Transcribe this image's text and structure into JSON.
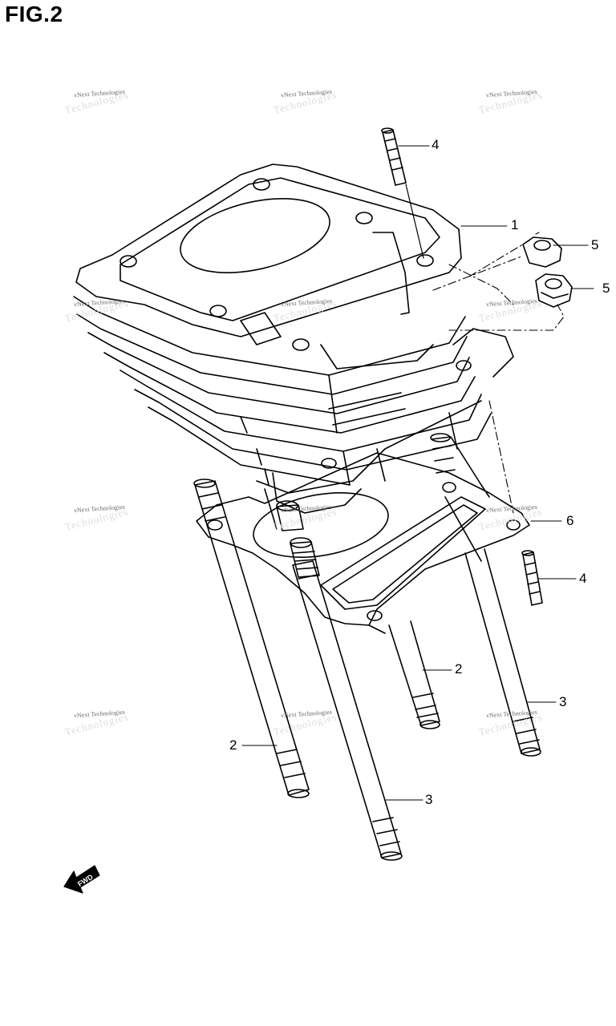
{
  "figure": {
    "title": "FIG.2"
  },
  "watermark": {
    "text": "vNext Technologies",
    "ghost_text": "Technologies"
  },
  "callouts": [
    {
      "id": "c1",
      "number": "1"
    },
    {
      "id": "c2a",
      "number": "2"
    },
    {
      "id": "c2b",
      "number": "2"
    },
    {
      "id": "c3a",
      "number": "3"
    },
    {
      "id": "c3b",
      "number": "3"
    },
    {
      "id": "c4a",
      "number": "4"
    },
    {
      "id": "c4b",
      "number": "4"
    },
    {
      "id": "c5a",
      "number": "5"
    },
    {
      "id": "c5b",
      "number": "5"
    },
    {
      "id": "c6",
      "number": "6"
    }
  ],
  "fwd_marker": {
    "label": "FWD"
  }
}
